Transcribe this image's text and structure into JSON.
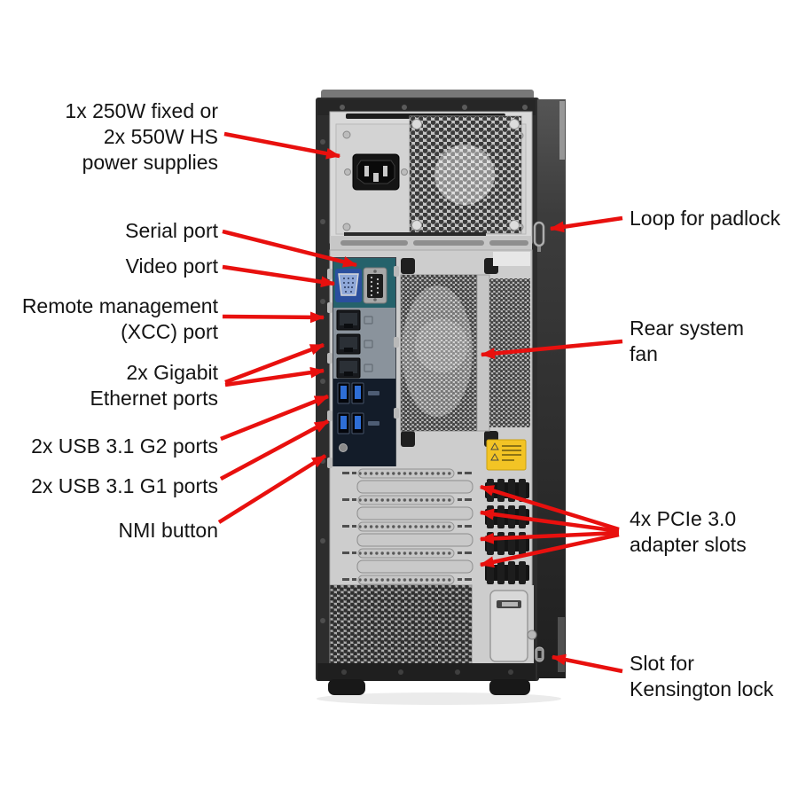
{
  "diagram": {
    "subject": "Tower server rear view with annotated ports and features",
    "colors": {
      "arrow_red": "#e8100e",
      "label_text": "#141414",
      "io_teal": "#25626b",
      "io_gray": "#8a939c",
      "io_navy": "#131c29",
      "vga_blue": "#2a4f9e",
      "usb_blue": "#2e6ed6",
      "warning_yellow": "#f3c425"
    },
    "labels": {
      "power_supplies": "1x 250W fixed or\n2x 550W HS\npower supplies",
      "serial_port": "Serial port",
      "video_port": "Video port",
      "xcc_port": "Remote management\n(XCC) port",
      "ethernet_ports": "2x Gigabit\nEthernet ports",
      "usb_g2_ports": "2x USB 3.1 G2 ports",
      "usb_g1_ports": "2x USB 3.1 G1 ports",
      "nmi_button": "NMI button",
      "padlock_loop": "Loop for padlock",
      "rear_fan": "Rear system\nfan",
      "pcie_slots": "4x PCIe 3.0\nadapter slots",
      "kensington_lock": "Slot for\nKensington lock"
    }
  }
}
